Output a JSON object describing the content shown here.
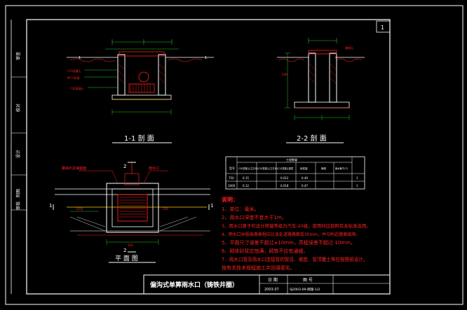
{
  "sheet": {
    "page_number": "1",
    "sidebar_labels": [
      "审查",
      "校对",
      "设计",
      "制图",
      "审核"
    ]
  },
  "sections": {
    "section_1_1": "1-1 剖 面",
    "section_2_2": "2-2 剖 面",
    "plan": "平 面 图",
    "section_mark": "1",
    "plan_mark": "2"
  },
  "callouts": {
    "plan_left_label": "路缘石及铺装面",
    "plan_right_label": "雨水口",
    "dim_1350": "1350",
    "dim_350": "350",
    "dim_500": "500"
  },
  "table": {
    "header_group": "工程数量",
    "col_headers": [
      "型号",
      "C30混凝土(立方米)",
      "C20混凝土(立方米)",
      "C15混凝土垫层",
      "砂浆量",
      "铸铁",
      "雨水箅子(个)"
    ],
    "rows": [
      [
        "750",
        "0.15",
        "",
        "0.012",
        "0.49",
        "",
        "1"
      ],
      [
        "1000",
        "0.12",
        "",
        "0.018",
        "0.47",
        "",
        "1"
      ]
    ]
  },
  "notes": {
    "heading": "说明：",
    "items": [
      "1、单位：毫米。",
      "2、雨水口深度不宜大于1m。",
      "3、雨水口箅子的设计荷载等级为汽车-20级，使用时应按照有关标准选用。",
      "4、雨水口井圈表面高程应比该处道路路面低30mm，并与附近路面接顺。",
      "5、平面尺寸误差不超过±10mm，高程误差不超过-10mm。",
      "6、砌体砂浆应饱满，砌筑不应有通缝。",
      "7、雨水口管及雨水口连接管的管径、坡度、管顶覆土等应按图纸设计。",
      "   按有关技术规程施工并回填密实。"
    ]
  },
  "title_block": {
    "drawing_title": "偏沟式单箅雨水口（铸铁井圈）",
    "date_label": "日 期",
    "date_value": "2003.07",
    "drawing_no_label": "图 号",
    "drawing_no_value": "SJ2003-09-雨施-1/2"
  }
}
